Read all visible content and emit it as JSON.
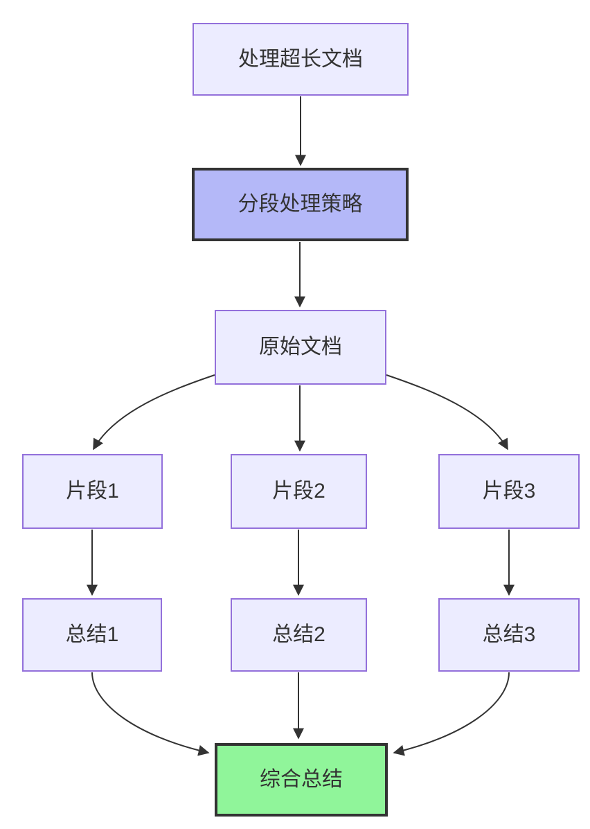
{
  "diagram": {
    "type": "flowchart",
    "direction": "top-down",
    "background": "#ffffff",
    "colors": {
      "node_fill": "#ECECFF",
      "node_border": "#9370DB",
      "emphasis_fill": "#b4b8f8",
      "emphasis_border": "#333333",
      "result_fill": "#90f59a",
      "result_border": "#333333",
      "text": "#333333",
      "edge": "#333333"
    },
    "nodes": [
      {
        "id": "process-long-doc",
        "label": "处理超长文档",
        "style": "default"
      },
      {
        "id": "segment-strategy",
        "label": "分段处理策略",
        "style": "emphasis"
      },
      {
        "id": "original-doc",
        "label": "原始文档",
        "style": "default"
      },
      {
        "id": "fragment-1",
        "label": "片段1",
        "style": "default"
      },
      {
        "id": "fragment-2",
        "label": "片段2",
        "style": "default"
      },
      {
        "id": "fragment-3",
        "label": "片段3",
        "style": "default"
      },
      {
        "id": "summary-1",
        "label": "总结1",
        "style": "default"
      },
      {
        "id": "summary-2",
        "label": "总结2",
        "style": "default"
      },
      {
        "id": "summary-3",
        "label": "总结3",
        "style": "default"
      },
      {
        "id": "final-summary",
        "label": "综合总结",
        "style": "result"
      }
    ],
    "edges": [
      {
        "from": "process-long-doc",
        "to": "segment-strategy"
      },
      {
        "from": "segment-strategy",
        "to": "original-doc"
      },
      {
        "from": "original-doc",
        "to": "fragment-1"
      },
      {
        "from": "original-doc",
        "to": "fragment-2"
      },
      {
        "from": "original-doc",
        "to": "fragment-3"
      },
      {
        "from": "fragment-1",
        "to": "summary-1"
      },
      {
        "from": "fragment-2",
        "to": "summary-2"
      },
      {
        "from": "fragment-3",
        "to": "summary-3"
      },
      {
        "from": "summary-1",
        "to": "final-summary"
      },
      {
        "from": "summary-2",
        "to": "final-summary"
      },
      {
        "from": "summary-3",
        "to": "final-summary"
      }
    ]
  }
}
